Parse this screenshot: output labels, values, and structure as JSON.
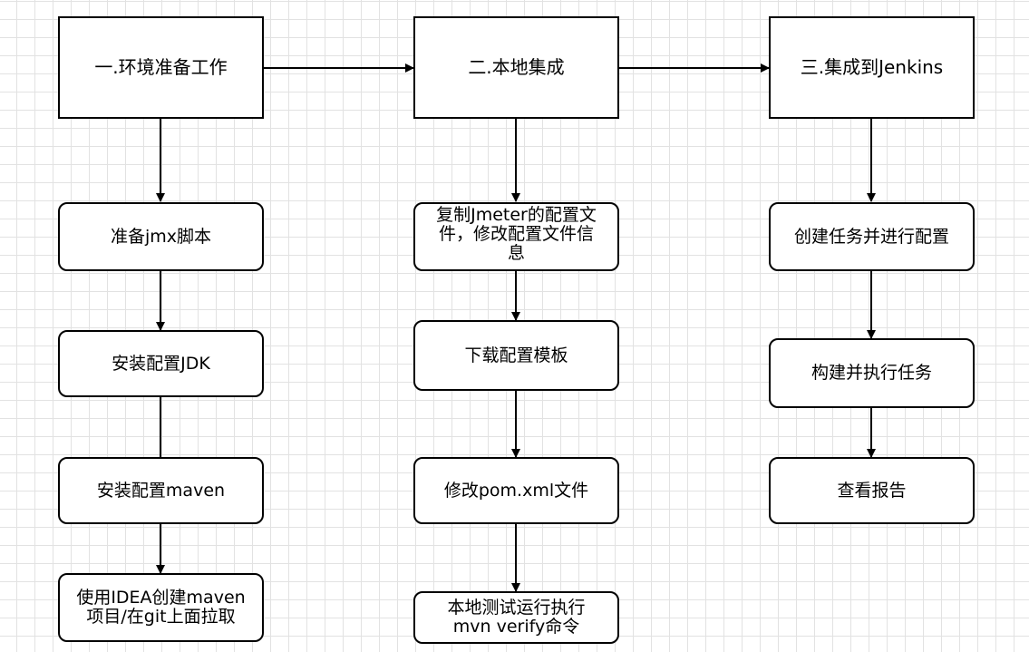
{
  "nodes": {
    "h1": "一.环境准备工作",
    "h2": "二.本地集成",
    "h3": "三.集成到Jenkins",
    "c1_1": "准备jmx脚本",
    "c1_2": "安装配置JDK",
    "c1_3": "安装配置maven",
    "c1_4": "使用IDEA创建maven\n项目/在git上面拉取",
    "c2_1": "复制Jmeter的配置文\n件，修改配置文件信\n息",
    "c2_2": "下载配置模板",
    "c2_3": "修改pom.xml文件",
    "c2_4": "本地测试运行执行\nmvn verify命令",
    "c3_1": "创建任务并进行配置",
    "c3_2": "构建并执行任务",
    "c3_3": "查看报告"
  }
}
